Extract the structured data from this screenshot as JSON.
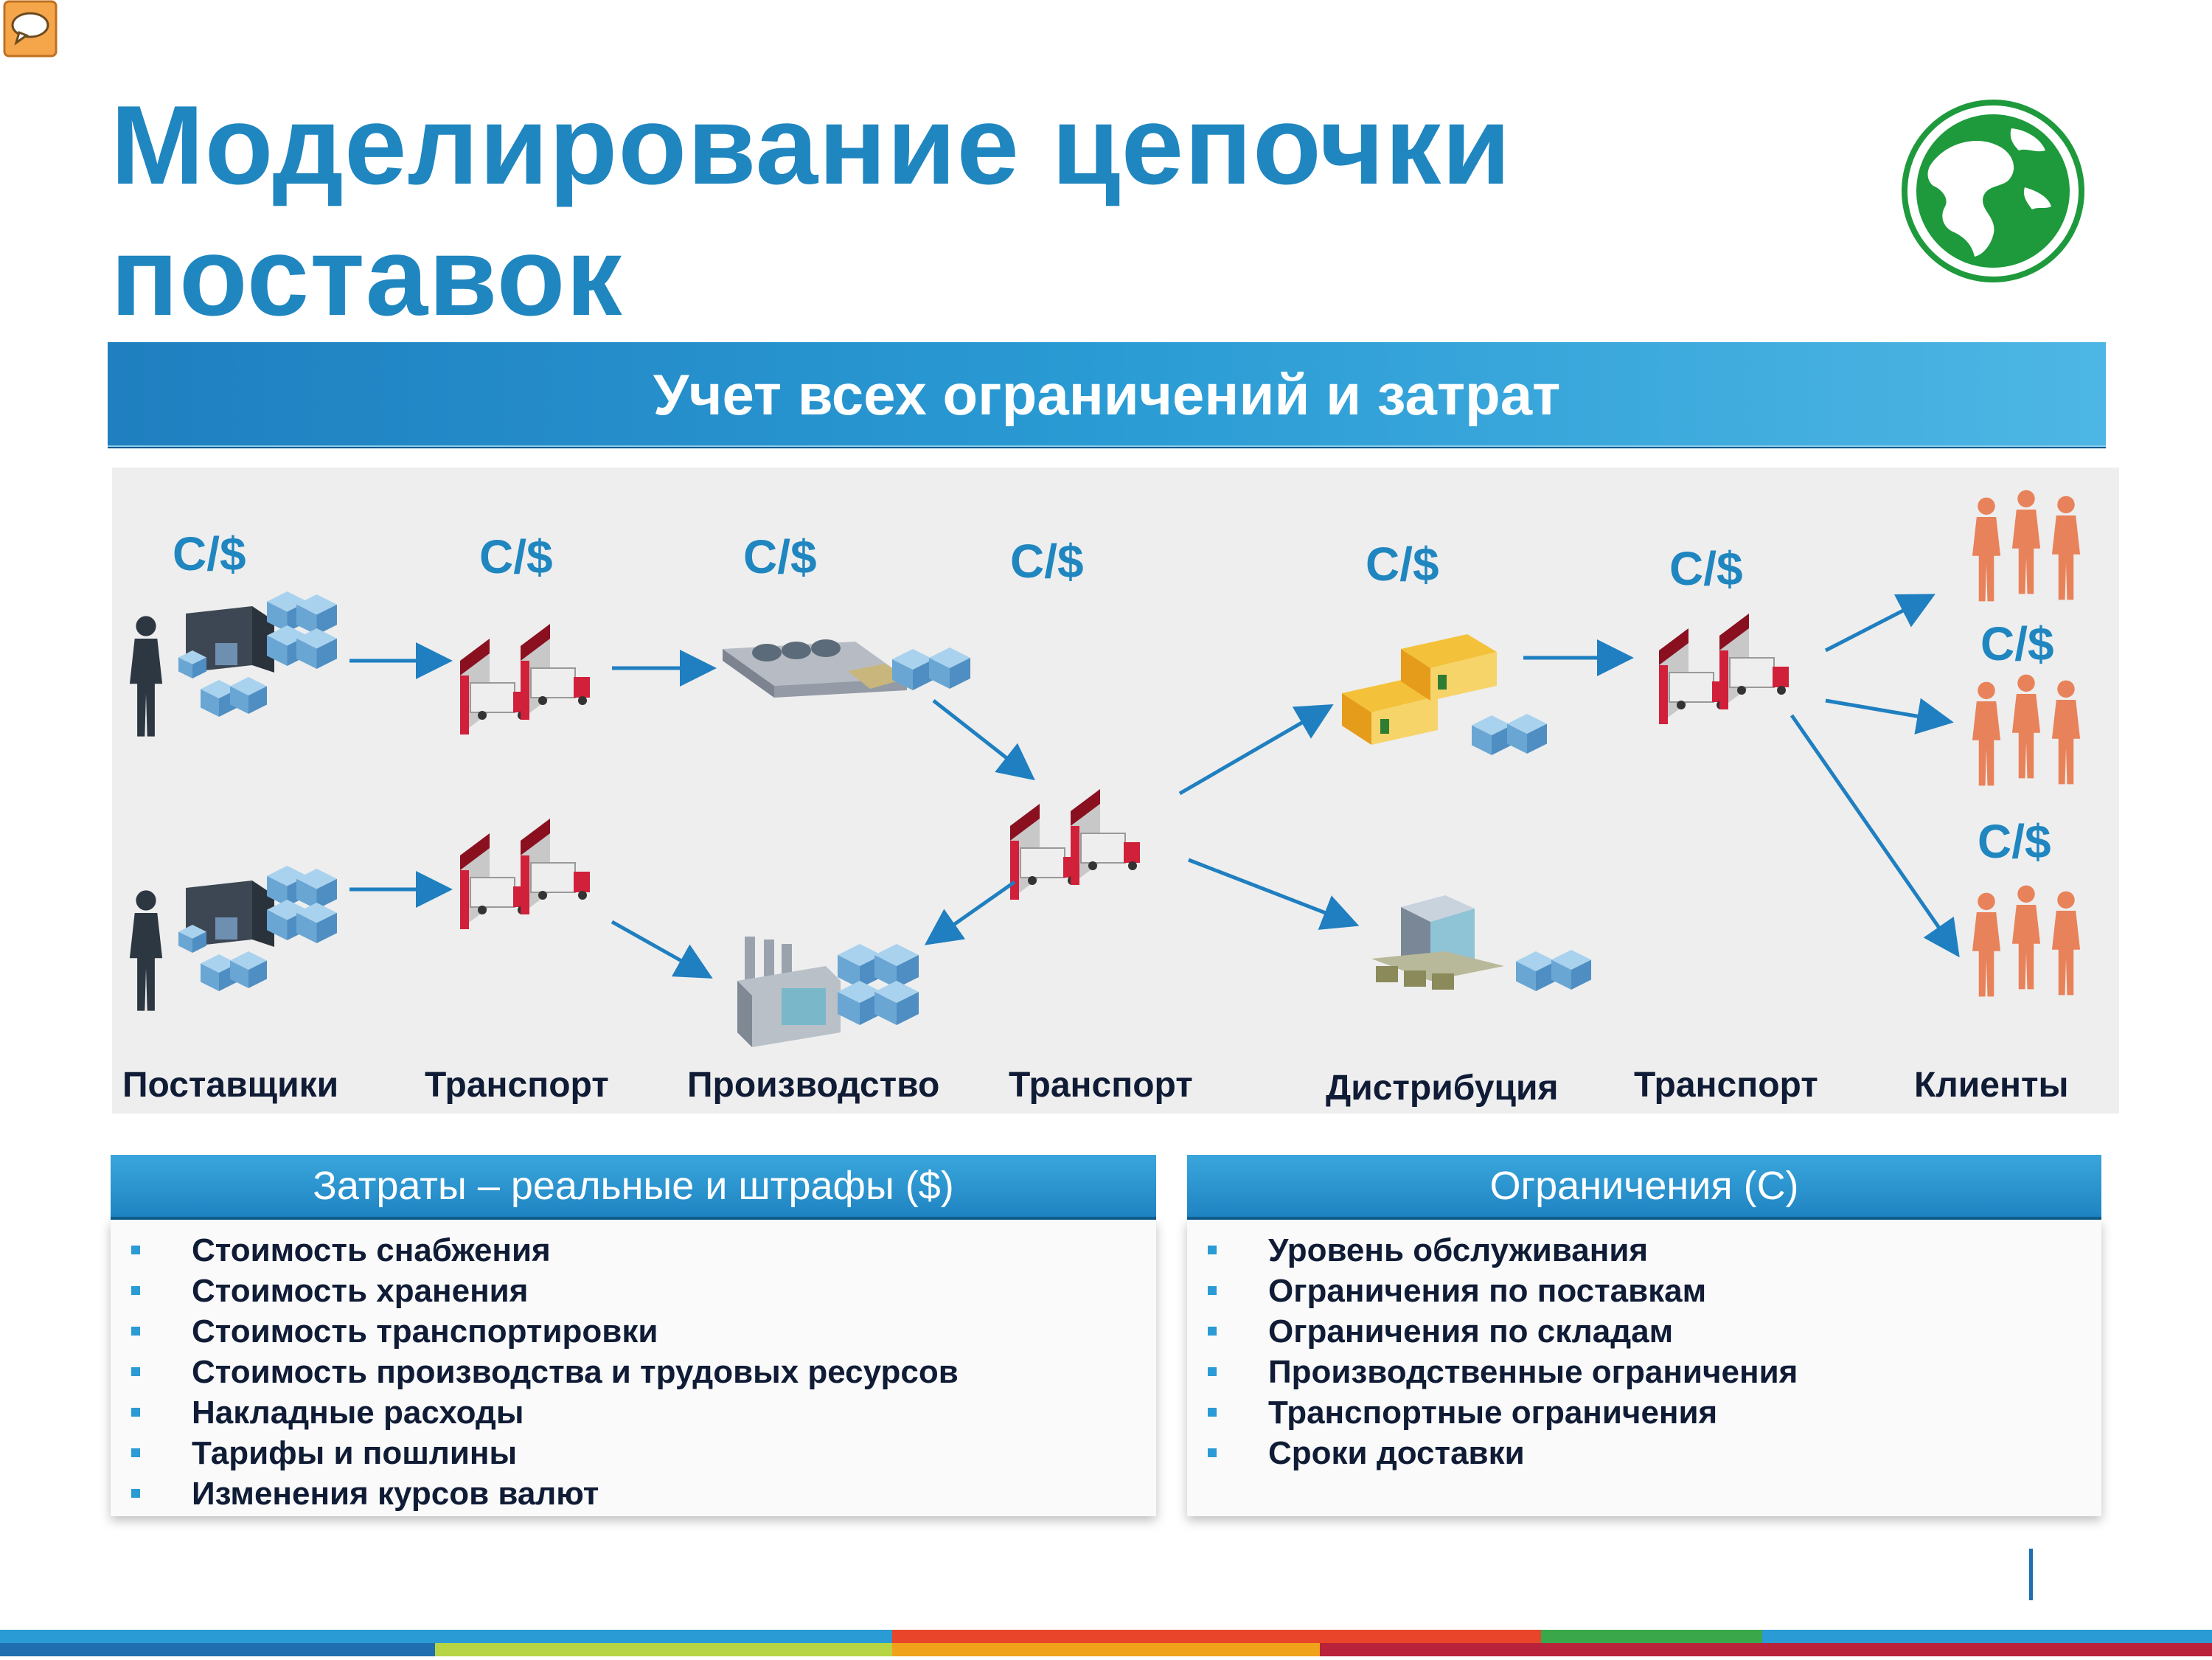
{
  "title": "Моделирование цепочки поставок",
  "banner": "Учет всех ограничений и затрат",
  "diagram": {
    "cost_labels": [
      "C/$",
      "C/$",
      "C/$",
      "C/$",
      "C/$",
      "C/$",
      "C/$",
      "C/$"
    ],
    "stages": [
      "Поставщики",
      "Транспорт",
      "Производство",
      "Транспорт",
      "Дистрибуция",
      "Транспорт",
      "Клиенты"
    ]
  },
  "costs_panel": {
    "header": "Затраты – реальные и штрафы ($)",
    "items": [
      "Стоимость снабжения",
      "Стоимость хранения",
      "Стоимость транспортировки",
      "Стоимость производства и трудовых ресурсов",
      "Накладные расходы",
      "Тарифы и пошлины",
      "Изменения курсов валют"
    ]
  },
  "constraints_panel": {
    "header": "Ограничения (C)",
    "items": [
      "Уровень обслуживания",
      "Ограничения по поставкам",
      "Ограничения по складам",
      "Производственные ограничения",
      "Транспортные ограничения",
      "Сроки доставки"
    ]
  },
  "colors": {
    "accent": "#1f86c0",
    "arrow": "#1f7fc0",
    "box": "#7fb6dc",
    "truck_red": "#d0203a",
    "customer": "#e8825a",
    "globe": "#1e9a3c"
  },
  "icons": [
    "comment-icon",
    "globe-icon",
    "supplier-icon",
    "transport-dock-icon",
    "conveyor-icon",
    "factory-icon",
    "warehouse-icon",
    "distribution-center-icon",
    "customer-icon",
    "boxes-icon"
  ]
}
